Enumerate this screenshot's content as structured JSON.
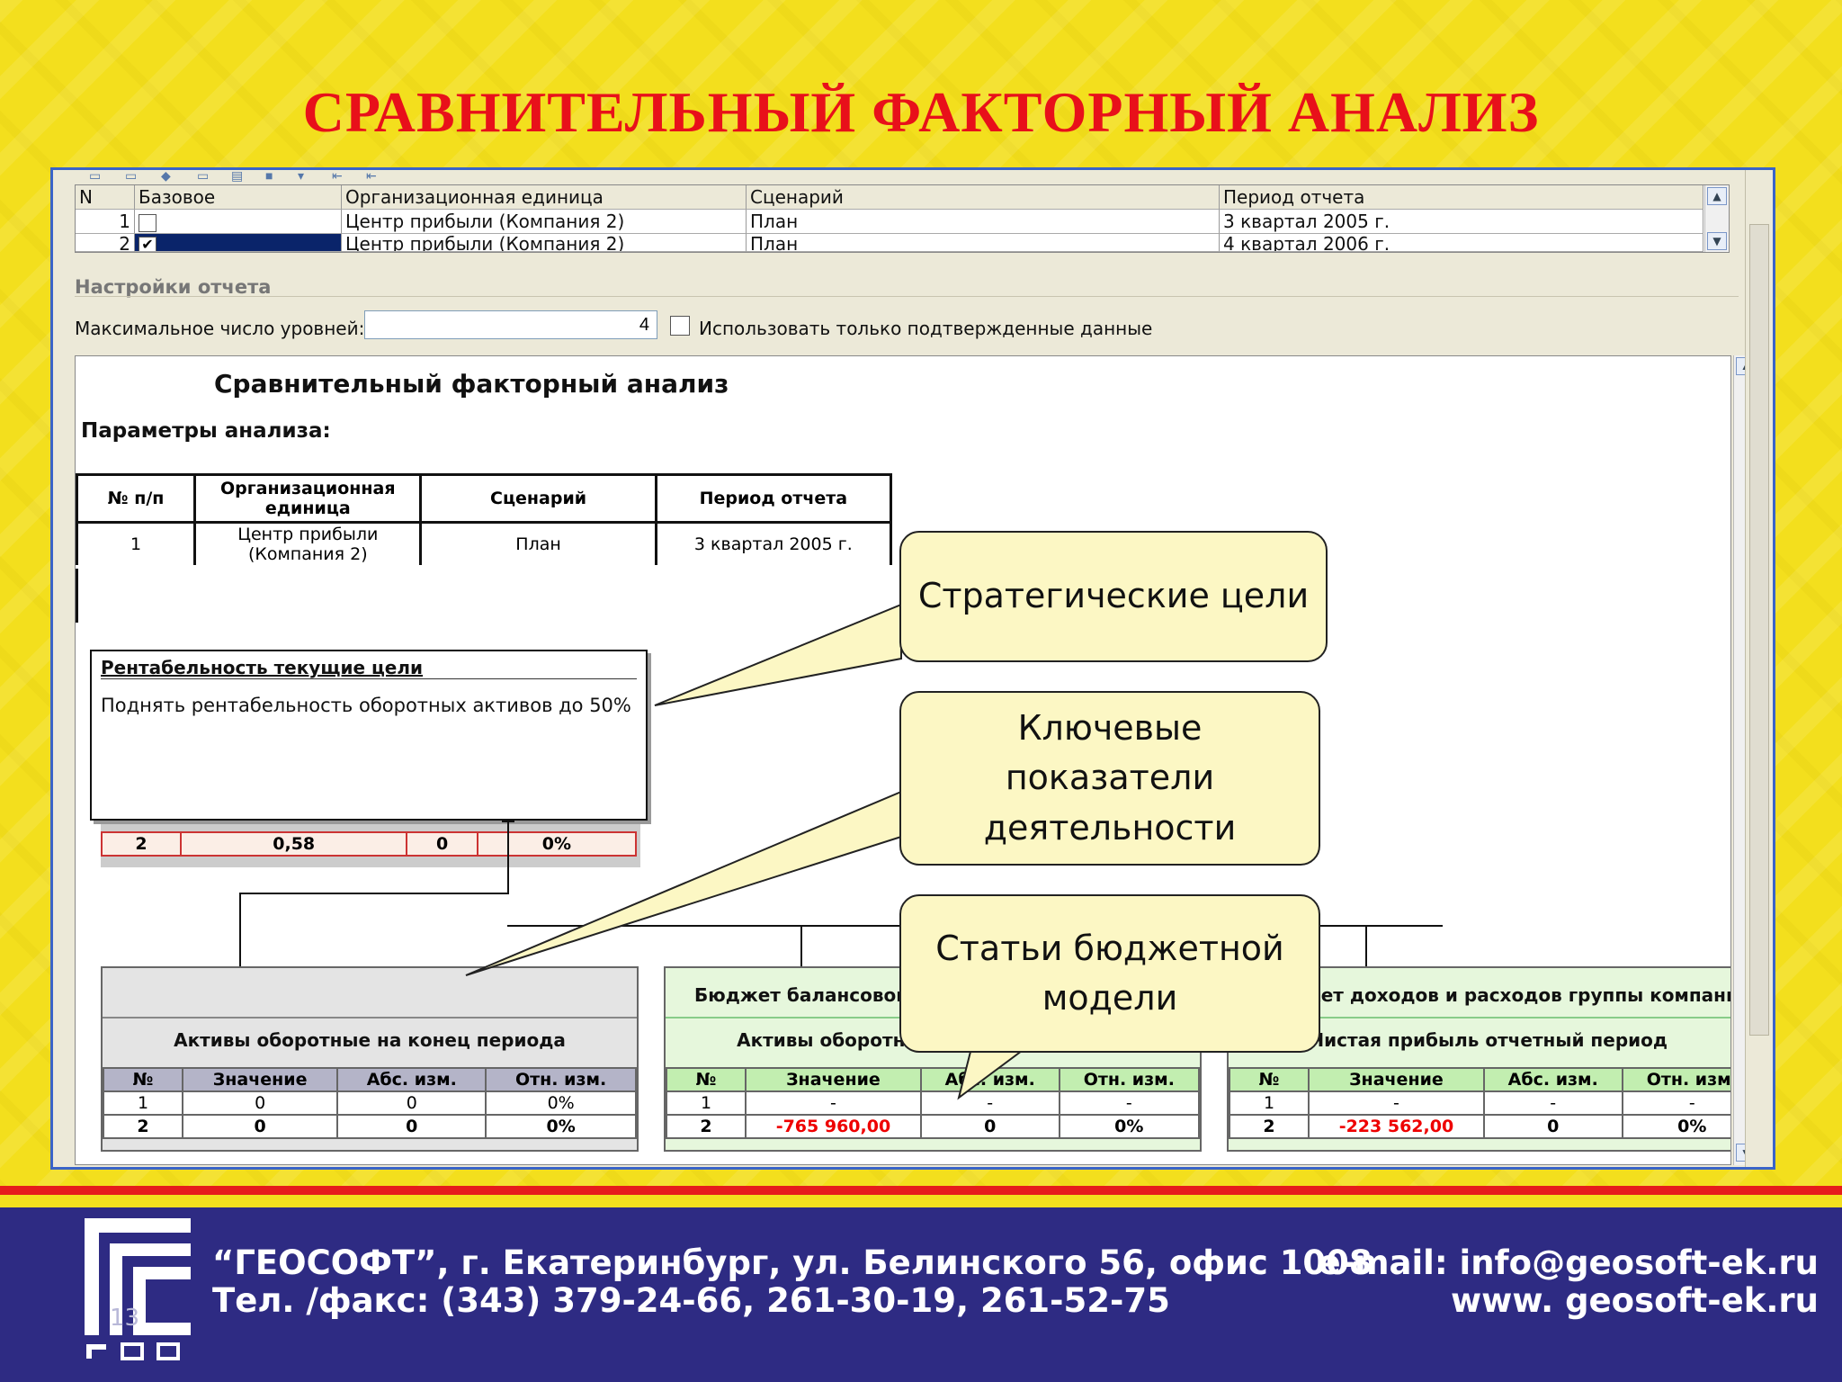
{
  "slide": {
    "title": "СРАВНИТЕЛЬНЫЙ ФАКТОРНЫЙ АНАЛИЗ",
    "page_number": "13"
  },
  "grid": {
    "columns": [
      "N",
      "Базовое",
      "Организационная единица",
      "Сценарий",
      "Период отчета"
    ],
    "rows": [
      {
        "n": "1",
        "base": false,
        "org": "Центр прибыли (Компания 2)",
        "scenario": "План",
        "period": "3 квартал 2005 г."
      },
      {
        "n": "2",
        "base": true,
        "org": "Центр прибыли (Компания 2)",
        "scenario": "План",
        "period": "4 квартал 2006 г."
      }
    ]
  },
  "settings": {
    "section_title": "Настройки отчета",
    "max_levels_label": "Максимальное число уровней:",
    "max_levels_value": "4",
    "confirmed_only_label": "Использовать только подтвержденные данные",
    "confirmed_only_checked": false
  },
  "report": {
    "title": "Сравнительный факторный анализ",
    "params_title": "Параметры анализа:",
    "params_table": {
      "headers": [
        "№ п/п",
        "Организационная единица",
        "Сценарий",
        "Период отчета"
      ],
      "row": [
        "1",
        "Центр прибыли (Компания 2)",
        "План",
        "3 квартал 2005 г."
      ]
    },
    "popup": {
      "title": "Рентабельность текущие цели",
      "text": "Поднять рентабельность оборотных активов до 50%"
    },
    "top_node_row": [
      "2",
      "0,58",
      "0",
      "0%"
    ],
    "nodes": [
      {
        "header1": "",
        "header2": "Активы оборотные на конец периода",
        "cols": [
          "№",
          "Значение",
          "Абс. изм.",
          "Отн. изм."
        ],
        "row1": [
          "1",
          "0",
          "0",
          "0%"
        ],
        "row2": [
          "2",
          "0",
          "0",
          "0%"
        ],
        "color": "#e4e4e4",
        "hdrcolor": "#b4b4c8"
      },
      {
        "header1": "Бюджет балансовой модели",
        "header2": "Активы оборотные на конец периода",
        "cols": [
          "№",
          "Значение",
          "Абс. изм.",
          "Отн. изм."
        ],
        "row1": [
          "1",
          "-",
          "-",
          "-"
        ],
        "row2": [
          "2",
          "-765 960,00",
          "0",
          "0%"
        ],
        "color": "#e6f7dc",
        "hdrcolor": "#c2eeb0"
      },
      {
        "header1": "Бюджет доходов и расходов группы компаний",
        "header2": "Чистая прибыль отчетный период",
        "cols": [
          "№",
          "Значение",
          "Абс. изм.",
          "Отн. изм."
        ],
        "row1": [
          "1",
          "-",
          "-",
          "-"
        ],
        "row2": [
          "2",
          "-223 562,00",
          "0",
          "0%"
        ],
        "color": "#e6f7dc",
        "hdrcolor": "#c2eeb0"
      }
    ]
  },
  "callouts": {
    "strategic": "Стратегические цели",
    "kpi_1": "Ключевые",
    "kpi_2": "показатели",
    "kpi_3": "деятельности",
    "budget_1": "Статьи бюджетной",
    "budget_2": "модели",
    "fill": "#fcf7c4"
  },
  "footer": {
    "address": "“ГЕОСОФТ”, г. Екатеринбург, ул. Белинского 56, офис 1008",
    "phones": "Тел. /факс: (343)  379-24-66, 261-30-19, 261-52-75",
    "email": "e-mail: info@geosoft-ek.ru",
    "www": "www. geosoft-ek.ru",
    "logo_text": "ГЕО"
  },
  "colors": {
    "title_red": "#e8101a",
    "background_yellow": "#f3df1d",
    "footer_blue": "#2e2b83",
    "stripe_red": "#e61c1c",
    "negative_red": "#e00000",
    "selection_blue": "#0a246a"
  }
}
